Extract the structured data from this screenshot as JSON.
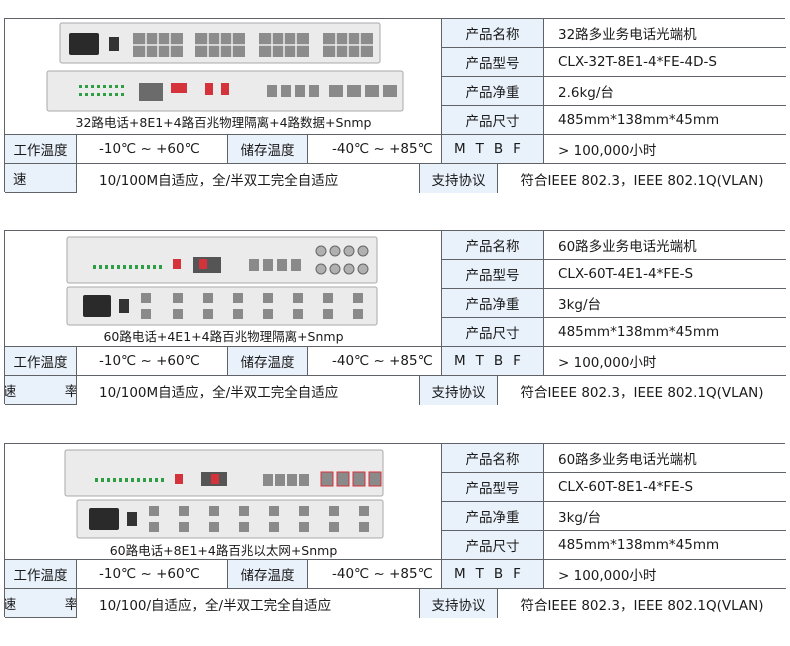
{
  "blocks": [
    {
      "caption": "32路电话+8E1+4路百兆物理隔离+4路数据+Snmp",
      "specs": [
        {
          "label": "产品名称",
          "value": "32路多业务电话光端机"
        },
        {
          "label": "产品型号",
          "value": "CLX-32T-8E1-4*FE-4D-S"
        },
        {
          "label": "产品净重",
          "value": "2.6kg/台"
        },
        {
          "label": "产品尺寸",
          "value": "485mm*138mm*45mm"
        }
      ],
      "row1": {
        "l1": "工作温度",
        "v1": "-10℃ ~ +60℃",
        "l2": "储存温度",
        "v2": "-40℃ ~ +85℃",
        "l3": "MTBF",
        "v3": "> 100,000小时"
      },
      "row2": {
        "l1": "速  率",
        "v1": "10/100M自适应，全/半双工完全自适应",
        "l2": "支持协议",
        "v2": "符合IEEE 802.3，IEEE 802.1Q(VLAN)"
      }
    },
    {
      "caption": "60路电话+4E1+4路百兆物理隔离+Snmp",
      "specs": [
        {
          "label": "产品名称",
          "value": "60路多业务电话光端机"
        },
        {
          "label": "产品型号",
          "value": "CLX-60T-4E1-4*FE-S"
        },
        {
          "label": "产品净重",
          "value": "3kg/台"
        },
        {
          "label": "产品尺寸",
          "value": "485mm*138mm*45mm"
        }
      ],
      "row1": {
        "l1": "工作温度",
        "v1": "-10℃ ~ +60℃",
        "l2": "储存温度",
        "v2": "-40℃ ~ +85℃",
        "l3": "MTBF",
        "v3": "> 100,000小时"
      },
      "row2": {
        "l1": "速  率",
        "v1": "10/100M自适应，全/半双工完全自适应",
        "l2": "支持协议",
        "v2": "符合IEEE 802.3，IEEE 802.1Q(VLAN)"
      }
    },
    {
      "caption": "60路电话+8E1+4路百兆以太网+Snmp",
      "specs": [
        {
          "label": "产品名称",
          "value": "60路多业务电话光端机"
        },
        {
          "label": "产品型号",
          "value": "CLX-60T-8E1-4*FE-S"
        },
        {
          "label": "产品净重",
          "value": "3kg/台"
        },
        {
          "label": "产品尺寸",
          "value": "485mm*138mm*45mm"
        }
      ],
      "row1": {
        "l1": "工作温度",
        "v1": "-10℃ ~ +60℃",
        "l2": "储存温度",
        "v2": "-40℃ ~ +85℃",
        "l3": "MTBF",
        "v3": "> 100,000小时"
      },
      "row2": {
        "l1": "速  率",
        "v1": "10/100/自适应，全/半双工完全自适应",
        "l2": "支持协议",
        "v2": "符合IEEE 802.3，IEEE 802.1Q(VLAN)"
      }
    }
  ],
  "colors": {
    "label_bg": "#e9f1fb",
    "border": "#5f6368",
    "device_body": "#ebebeb",
    "port": "#8a8a8a",
    "led_green": "#2e9e44",
    "led_red": "#d4333c"
  }
}
